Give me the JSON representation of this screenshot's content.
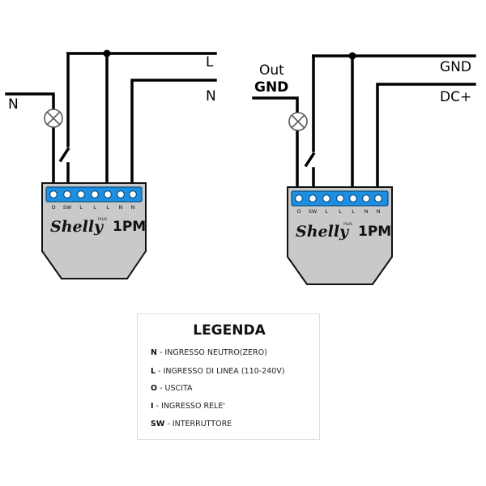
{
  "diagram1": {
    "labels": {
      "n_left": "N",
      "l_right": "L",
      "n_right": "N"
    },
    "device": {
      "terminals": [
        "O",
        "SW",
        "L",
        "L",
        "L",
        "N",
        "N"
      ],
      "brand": "Shelly",
      "plus": "PLUS",
      "model": "1PM"
    }
  },
  "diagram2": {
    "labels": {
      "out": "Out",
      "gnd_left": "GND",
      "gnd_right": "GND",
      "dc": "DC+"
    },
    "device": {
      "terminals": [
        "O",
        "SW",
        "L",
        "L",
        "L",
        "N",
        "N"
      ],
      "brand": "Shelly",
      "plus": "PLUS",
      "model": "1PM"
    }
  },
  "legend": {
    "title": "LEGENDA",
    "items": [
      {
        "code": "N",
        "text": " - INGRESSO NEUTRO(ZERO)"
      },
      {
        "code": "L",
        "text": " - INGRESSO DI LINEA (110-240V)"
      },
      {
        "code": "O",
        "text": " - USCITA"
      },
      {
        "code": "I",
        "text": " - INGRESSO RELE'"
      },
      {
        "code": "SW",
        "text": " - INTERRUTTORE"
      }
    ]
  },
  "colors": {
    "terminal_strip": "#1e8fe0",
    "device_body": "#c9c9c9",
    "wire": "#000000"
  }
}
